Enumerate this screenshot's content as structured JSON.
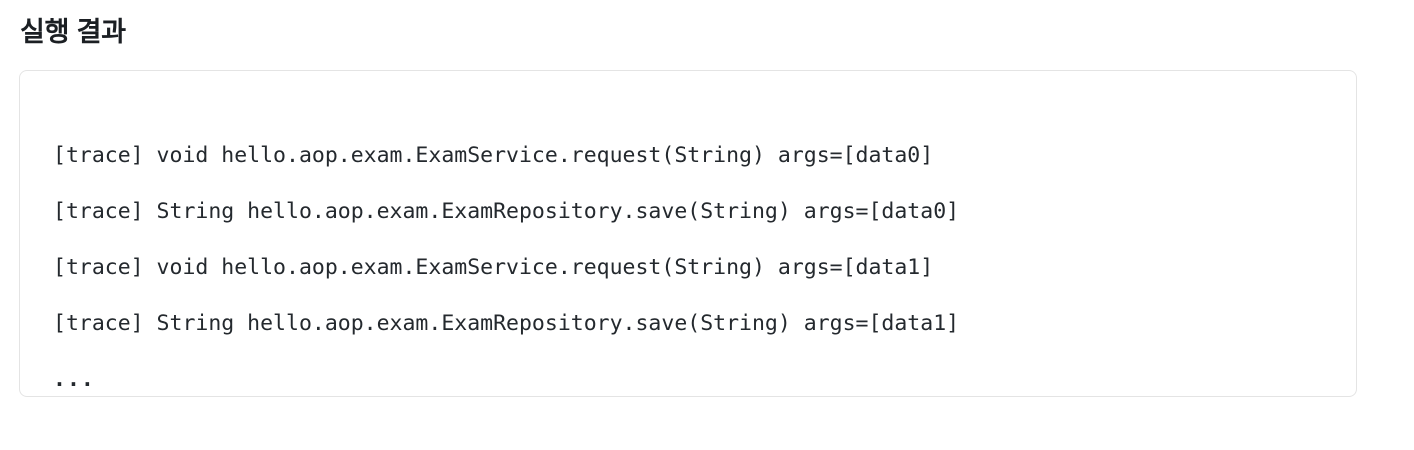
{
  "heading": {
    "text": "실행 결과"
  },
  "code_block": {
    "language": "text",
    "border_color": "#e4e4e4",
    "background_color": "#ffffff",
    "text_color": "#24292e",
    "lines": [
      "[trace] void hello.aop.exam.ExamService.request(String) args=[data0]",
      "[trace] String hello.aop.exam.ExamRepository.save(String) args=[data0]",
      "[trace] void hello.aop.exam.ExamService.request(String) args=[data1]",
      "[trace] String hello.aop.exam.ExamRepository.save(String) args=[data1]",
      "..."
    ]
  }
}
